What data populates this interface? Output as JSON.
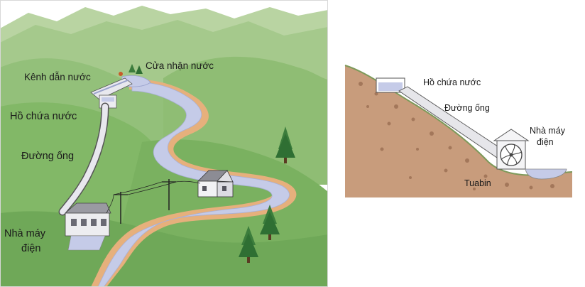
{
  "left_diagram": {
    "labels": {
      "intake": "Cửa nhận nước",
      "channel": "Kênh dẫn nước",
      "reservoir": "Hồ chứa nước",
      "penstock": "Đường ống",
      "plant_line1": "Nhà máy",
      "plant_line2": "điện"
    }
  },
  "right_diagram": {
    "labels": {
      "reservoir": "Hồ chứa nước",
      "penstock": "Đường ống",
      "plant_line1": "Nhà máy",
      "plant_line2": "điện",
      "turbine": "Tuabin"
    }
  },
  "colors": {
    "sky": "#ffffff",
    "far_hill": "#a8c98e",
    "mid_hill": "#8fbf74",
    "near_grass": "#7db563",
    "water": "#c3c9e6",
    "riverbank": "#e3b27a",
    "soil": "#c79a7a",
    "pipe": "#e6e6ea",
    "tree": "#3c7d3c"
  }
}
